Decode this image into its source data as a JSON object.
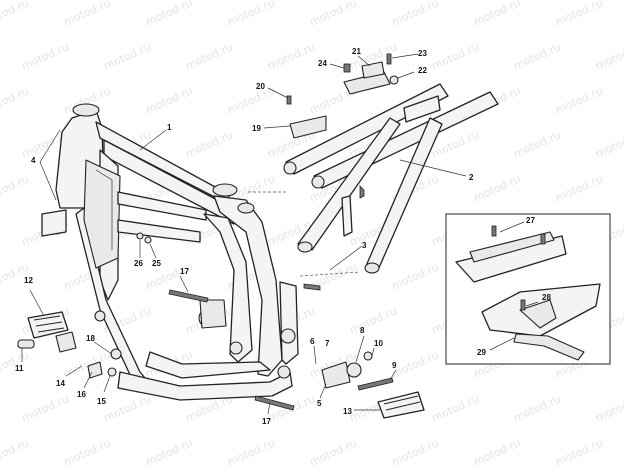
{
  "watermark": {
    "text": "motod.ru"
  },
  "callouts": {
    "c1": "1",
    "c2": "2",
    "c3": "3",
    "c4": "4",
    "c5": "5",
    "c6": "6",
    "c7": "7",
    "c8": "8",
    "c9": "9",
    "c10": "10",
    "c11": "11",
    "c12": "12",
    "c13": "13",
    "c14": "14",
    "c15": "15",
    "c16": "16",
    "c17a": "17",
    "c17b": "17",
    "c18": "18",
    "c19": "19",
    "c20": "20",
    "c21": "21",
    "c22": "22",
    "c23": "23",
    "c24": "24",
    "c25": "25",
    "c26": "26",
    "c27": "27",
    "c28": "28",
    "c29": "29"
  },
  "colors": {
    "line": "#222222",
    "watermark": "#e4e4e4",
    "background": "#ffffff"
  }
}
